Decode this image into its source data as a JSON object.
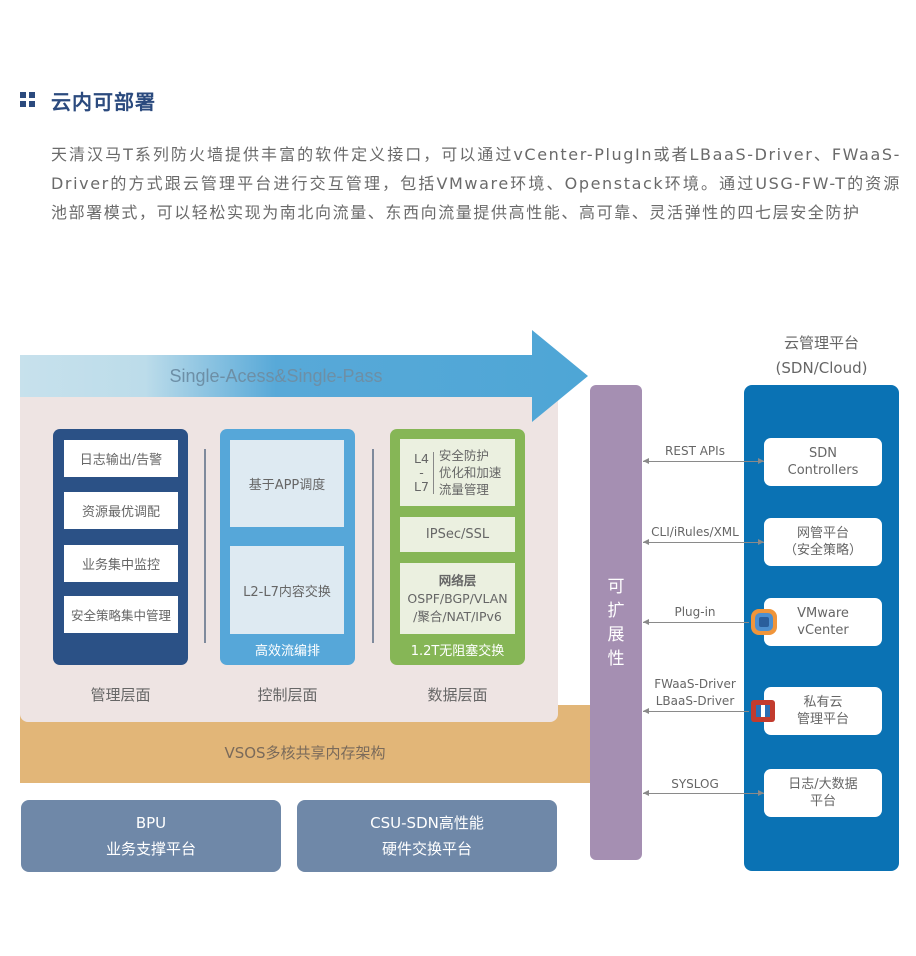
{
  "section": {
    "title": "云内可部署",
    "icon": "grid-bullet-icon",
    "description": "天清汉马T系列防火墙提供丰富的软件定义接口，可以通过vCenter-PlugIn或者LBaaS-Driver、FWaaS-Driver的方式跟云管理平台进行交互管理，包括VMware环境、Openstack环境。通过USG-FW-T的资源池部署模式，可以轻松实现为南北向流量、东西向流量提供高性能、高可靠、灵活弹性的四七层安全防护"
  },
  "diagram": {
    "arrow_label": "Single-Acess&Single-Pass",
    "management": {
      "items": [
        "日志输出/告警",
        "资源最优调配",
        "业务集中监控",
        "安全策略集中管理"
      ],
      "label": "管理层面"
    },
    "control": {
      "items": [
        "基于APP调度",
        "L2-L7内容交换"
      ],
      "footer": "高效流编排",
      "label": "控制层面"
    },
    "data_plane": {
      "l4l7": {
        "range_top": "L4",
        "range_sep": "-",
        "range_bottom": "L7",
        "items": [
          "安全防护",
          "优化和加速",
          "流量管理"
        ]
      },
      "ipsec": "IPSec/SSL",
      "network": {
        "title": "网络层",
        "line1": "OSPF/BGP/VLAN",
        "line2": "/聚合/NAT/IPv6"
      },
      "footer": "1.2T无阻塞交换",
      "label": "数据层面"
    },
    "vsos": "VSOS多核共享内存架构",
    "hardware": [
      {
        "line1": "BPU",
        "line2": "业务支撑平台"
      },
      {
        "line1": "CSU-SDN高性能",
        "line2": "硬件交换平台"
      }
    ],
    "extensibility": [
      "可",
      "扩",
      "展",
      "性"
    ],
    "cloud": {
      "title": "云管理平台",
      "subtitle": "(SDN/Cloud)",
      "connections": [
        {
          "label": "REST APIs",
          "target_line1": "SDN",
          "target_line2": "Controllers",
          "bidirectional": true
        },
        {
          "label": "CLI/iRules/XML",
          "target_line1": "网管平台",
          "target_line2": "（安全策略）",
          "bidirectional": true
        },
        {
          "label": "Plug-in",
          "target_line1": "VMware",
          "target_line2": "vCenter",
          "bidirectional": false,
          "icon": "vmware-icon"
        },
        {
          "label_line1": "FWaaS-Driver",
          "label_line2": "LBaaS-Driver",
          "target_line1": "私有云",
          "target_line2": "管理平台",
          "bidirectional": false,
          "icon": "openstack-icon"
        },
        {
          "label": "SYSLOG",
          "target_line1": "日志/大数据",
          "target_line2": "平台",
          "bidirectional": true
        }
      ]
    },
    "colors": {
      "heading": "#2b4a7e",
      "management": "#2b5186",
      "control": "#56a7d9",
      "data": "#86b656",
      "vsos": "#e2b678",
      "hardware": "#6f88a8",
      "extensibility": "#a58fb2",
      "cloud": "#0a72b4",
      "arrow": "#4ea6d6"
    }
  }
}
